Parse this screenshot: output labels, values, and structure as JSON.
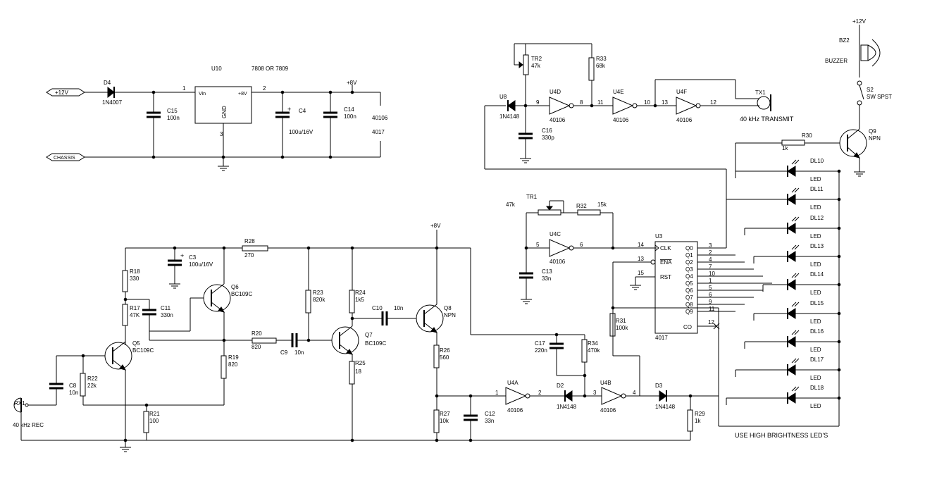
{
  "power": {
    "input_label": "+12V",
    "chassis_label": "CHASSIS",
    "d4_ref": "D4",
    "d4_value": "1N4007",
    "reg_ref": "U10",
    "reg_value": "7808 OR 7809",
    "reg_vin": "Vin",
    "reg_vout": "+8V",
    "reg_gnd": "GND",
    "reg_pin1": "1",
    "reg_pin2": "2",
    "reg_pin3": "3",
    "c15_ref": "C15",
    "c15_value": "100n",
    "c4_ref": "C4",
    "c4_value": "100u/16V",
    "c14_ref": "C14",
    "c14_value": "100n",
    "rail_label": "+8V",
    "ic_a": "40106",
    "ic_b": "4017"
  },
  "transmitter": {
    "tr2_ref": "TR2",
    "tr2_value": "47k",
    "r33_ref": "R33",
    "r33_value": "68k",
    "u8_ref": "U8",
    "u8_value": "1N4148",
    "c16_ref": "C16",
    "c16_value": "330p",
    "u4d_ref": "U4D",
    "u4d_value": "40106",
    "u4e_ref": "U4E",
    "u4e_value": "40106",
    "u4f_ref": "U4F",
    "u4f_value": "40106",
    "pin9": "9",
    "pin8": "8",
    "pin11": "11",
    "pin10": "10",
    "pin13": "13",
    "pin12": "12",
    "tx1_ref": "TX1",
    "tx1_value": "40 kHz TRANSMIT"
  },
  "buzzer": {
    "supply": "+12V",
    "bz2_ref": "BZ2",
    "bz2_value": "BUZZER",
    "s2_ref": "S2",
    "s2_value": "SW SPST",
    "q9_ref": "Q9",
    "q9_value": "NPN",
    "r30_ref": "R30",
    "r30_value": "1k"
  },
  "clock": {
    "tr1_ref": "TR1",
    "tr1_value": "47k",
    "r32_ref": "R32",
    "r32_value": "15k",
    "u4c_ref": "U4C",
    "u4c_value": "40106",
    "pin5": "5",
    "pin6": "6",
    "c13_ref": "C13",
    "c13_value": "33n"
  },
  "counter": {
    "ref": "U3",
    "value": "4017",
    "pin_clk": "CLK",
    "pin_ena": "ENA",
    "pin_rst": "RST",
    "pin_co": "CO",
    "clk_num": "14",
    "ena_num": "13",
    "rst_num": "15",
    "co_num": "12",
    "outputs": [
      {
        "name": "Q0",
        "pin": "3"
      },
      {
        "name": "Q1",
        "pin": "2"
      },
      {
        "name": "Q2",
        "pin": "4"
      },
      {
        "name": "Q3",
        "pin": "7"
      },
      {
        "name": "Q4",
        "pin": "10"
      },
      {
        "name": "Q5",
        "pin": "1"
      },
      {
        "name": "Q6",
        "pin": "5"
      },
      {
        "name": "Q7",
        "pin": "6"
      },
      {
        "name": "Q8",
        "pin": "9"
      },
      {
        "name": "Q9",
        "pin": "11"
      }
    ]
  },
  "leds": {
    "items": [
      {
        "ref": "DL10",
        "value": "LED"
      },
      {
        "ref": "DL11",
        "value": "LED"
      },
      {
        "ref": "DL12",
        "value": "LED"
      },
      {
        "ref": "DL13",
        "value": "LED"
      },
      {
        "ref": "DL14",
        "value": "LED"
      },
      {
        "ref": "DL15",
        "value": "LED"
      },
      {
        "ref": "DL16",
        "value": "LED"
      },
      {
        "ref": "DL17",
        "value": "LED"
      },
      {
        "ref": "DL18",
        "value": "LED"
      }
    ],
    "note": "USE HIGH BRIGHTNESS LED'S"
  },
  "receiver": {
    "rail_label": "+8V",
    "rx1_ref": "RX1",
    "rx1_value": "40 kHz REC",
    "c8_ref": "C8",
    "c8_value": "10n",
    "r22_ref": "R22",
    "r22_value": "22k",
    "q5_ref": "Q5",
    "q5_value": "BC109C",
    "r21_ref": "R21",
    "r21_value": "100",
    "r18_ref": "R18",
    "r18_value": "330",
    "r17_ref": "R17",
    "r17_value": "47K",
    "c11_ref": "C11",
    "c11_value": "330n",
    "c3_ref": "C3",
    "c3_value": "100u/16V",
    "q6_ref": "Q6",
    "q6_value": "BC109C",
    "r28_ref": "R28",
    "r28_value": "270",
    "r19_ref": "R19",
    "r19_value": "820",
    "r20_ref": "R20",
    "r20_value": "820",
    "c9_ref": "C9",
    "c9_value": "10n",
    "r23_ref": "R23",
    "r23_value": "820k",
    "q7_ref": "Q7",
    "q7_value": "BC109C",
    "r24_ref": "R24",
    "r24_value": "1k5",
    "r25_ref": "R25",
    "r25_value": "18",
    "c10_ref": "C10",
    "c10_value": "10n",
    "q8_ref": "Q8",
    "q8_value": "NPN",
    "r26_ref": "R26",
    "r26_value": "560",
    "r27_ref": "R27",
    "r27_value": "10k",
    "c12_ref": "C12",
    "c12_value": "33n",
    "u4a_ref": "U4A",
    "u4a_value": "40106",
    "pin1": "1",
    "pin2": "2",
    "d2_ref": "D2",
    "d2_value": "1N4148",
    "c17_ref": "C17",
    "c17_value": "220n",
    "r34_ref": "R34",
    "r34_value": "470k",
    "u4b_ref": "U4B",
    "u4b_value": "40106",
    "pin3": "3",
    "pin4": "4",
    "r31_ref": "R31",
    "r31_value": "100k",
    "d3_ref": "D3",
    "d3_value": "1N4148",
    "r29_ref": "R29",
    "r29_value": "1k"
  }
}
